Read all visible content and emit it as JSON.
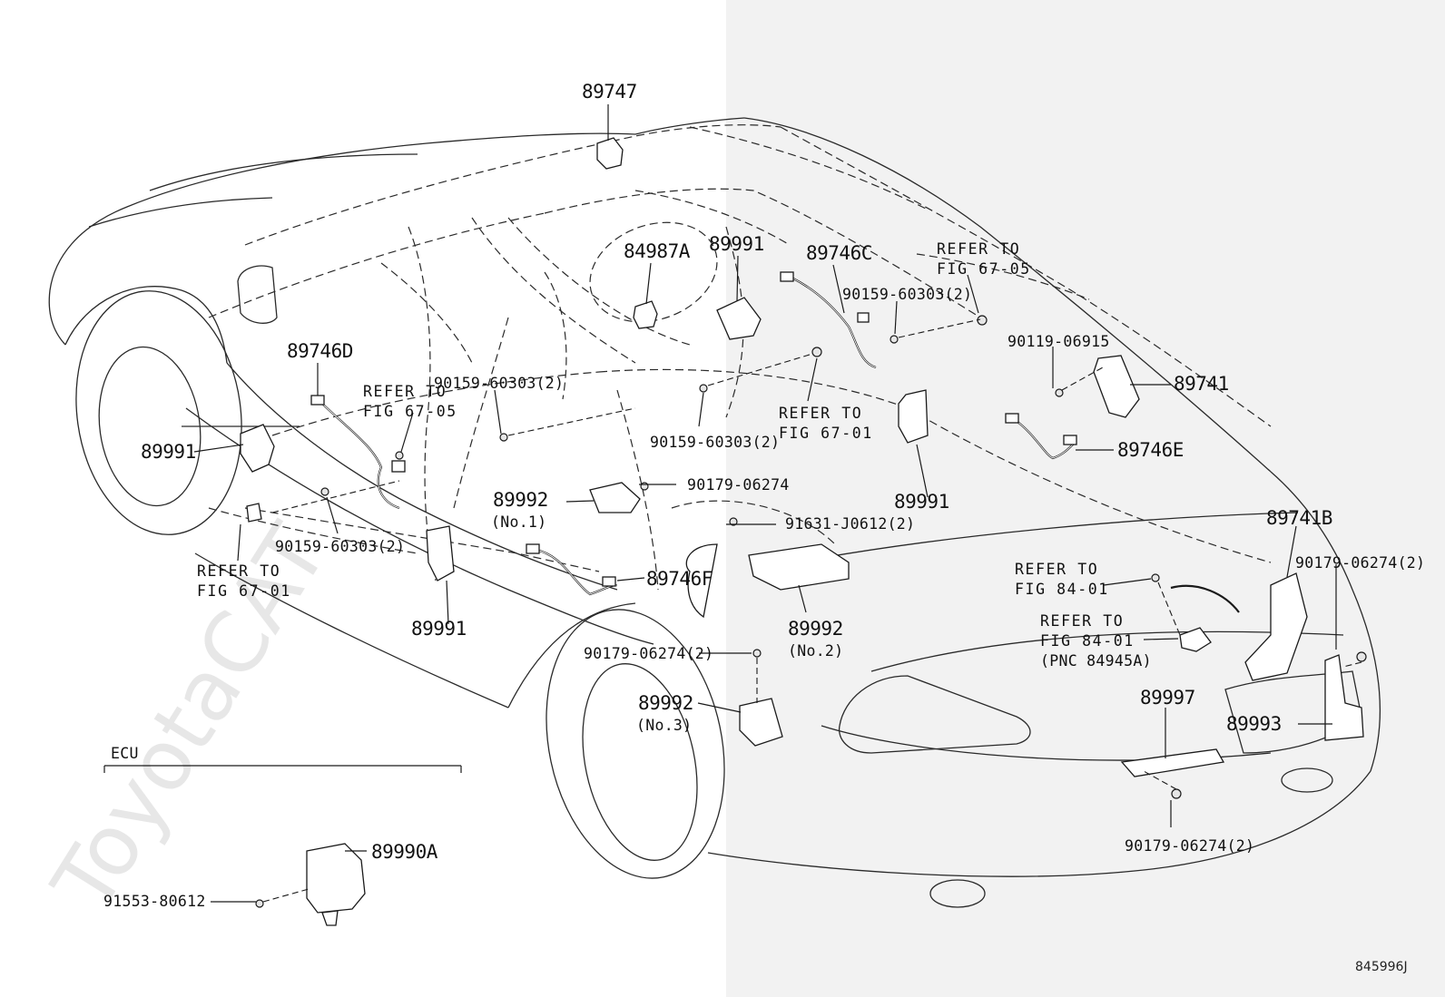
{
  "watermark": "ToyotaCAT",
  "diagram_code": "845996J",
  "parts": {
    "p89747": "89747",
    "p84987a": "84987A",
    "p89991_top": "89991",
    "p89746c": "89746C",
    "p89746d": "89746D",
    "p89991_left": "89991",
    "p89991_pillar": "89991",
    "p89991_right": "89991",
    "p89992_no1": "89992",
    "p89992_no1_sub": "(No.1)",
    "p89746f": "89746F",
    "p89992_no2": "89992",
    "p89992_no2_sub": "(No.2)",
    "p89992_no3": "89992",
    "p89992_no3_sub": "(No.3)",
    "p89741": "89741",
    "p89746e": "89746E",
    "p89741b": "89741B",
    "p89997": "89997",
    "p89993": "89993",
    "p89990a": "89990A"
  },
  "fasteners": {
    "f90159_a": "90159-60303(2)",
    "f90119": "90119-06915",
    "f90159_b": "90159-60303(2)",
    "f90159_c": "90159-60303(2)",
    "f90159_d": "90159-60303(2)",
    "f90179_a": "90179-06274",
    "f91631": "91631-J0612(2)",
    "f90179_b": "90179-06274(2)",
    "f90179_c": "90179-06274(2)",
    "f90179_d": "90179-06274(2)",
    "f91553": "91553-80612"
  },
  "refs": {
    "r1_l1": "REFER TO",
    "r1_l2": "FIG 67-05",
    "r2_l1": "REFER TO",
    "r2_l2": "FIG 67-05",
    "r3_l1": "REFER TO",
    "r3_l2": "FIG 67-01",
    "r4_l1": "REFER TO",
    "r4_l2": "FIG 67-01",
    "r5_l1": "REFER TO",
    "r5_l2": "FIG 84-01",
    "r6_l1": "REFER TO",
    "r6_l2": "FIG 84-01",
    "r6_l3": "(PNC 84945A)"
  },
  "ecu_section_label": "ECU"
}
